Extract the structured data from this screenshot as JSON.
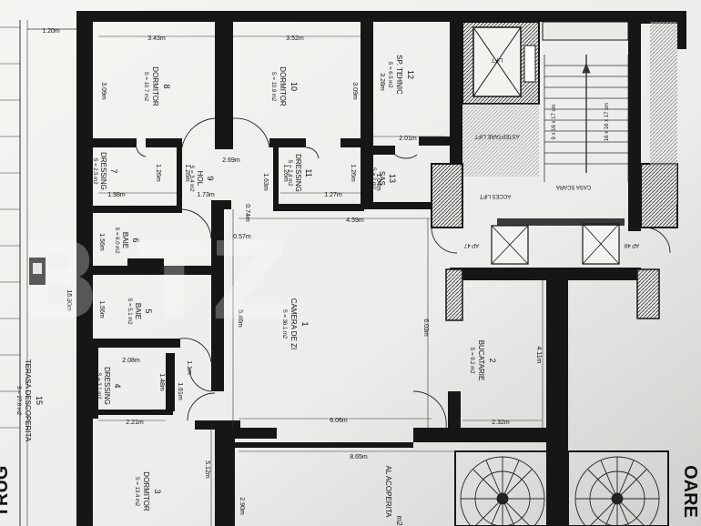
{
  "rooms": {
    "r1": {
      "num": "1",
      "name": "CAMERA DE ZI",
      "area": "S = 36.1 m2"
    },
    "r2": {
      "num": "2",
      "name": "BUCATARIE",
      "area": "S = 9.2 m2"
    },
    "r3": {
      "num": "3",
      "name": "DORMITOR",
      "area": "S = 13.4 m2"
    },
    "r4": {
      "num": "4",
      "name": "DRESSING",
      "area": "S = 3.1 m2"
    },
    "r5": {
      "num": "5",
      "name": "BAIE",
      "area": "S = 5.1 m2"
    },
    "r6": {
      "num": "6",
      "name": "BAIE",
      "area": "S = 6.0 m2"
    },
    "r7": {
      "num": "7",
      "name": "DRESSING",
      "area": "S = 2.5 m2"
    },
    "r8": {
      "num": "8",
      "name": "DORMITOR",
      "area": "S = 10.7 m2"
    },
    "r9": {
      "num": "9",
      "name": "HOL",
      "area": "S = 3.4 m2"
    },
    "r10": {
      "num": "10",
      "name": "DORMITOR",
      "area": "S = 10.9 m2"
    },
    "r11": {
      "num": "11",
      "name": "DRESSING",
      "area": "S = 2.4 m2"
    },
    "r12": {
      "num": "12",
      "name": "SP. TEHNIC",
      "area": "S = 6.5 m2"
    },
    "r13": {
      "num": "13",
      "name": "SAS",
      "area": "S = 2 m2"
    },
    "r15": {
      "num": "15",
      "name": "TERASA DESCOPERITA",
      "area": "S = 27.0 m2"
    }
  },
  "labels": {
    "acces_lift": "ACCES LIFT",
    "asteptare_lift": "ASTEPTARE LIFT",
    "casa_scara": "CASA SCARA",
    "ap47": "AP 47",
    "ap48": "AP 48",
    "lift": "LIFT",
    "terasa_acoperita": "AL ACOPERITA",
    "terasa_area": "m2",
    "right_edge": "OARE",
    "left_edge": "TRUG"
  },
  "dimensions": {
    "d1": "3.43m",
    "d2": "3.52m",
    "d3": "3.09m",
    "d4": "3.09m",
    "d5": "3.28m",
    "d6": "2.01m",
    "d7": "1.26m",
    "d8": "1.26m",
    "d9": "1.98m",
    "d10": "1.26m",
    "d11": "1.63m",
    "d12": "1.26m",
    "d13": "1.04m",
    "d14": "0.74m",
    "d15": "4.59m",
    "d16": "0.57m",
    "d17": "1.56m",
    "d18": "1.56m",
    "d19": "5.46m",
    "d20": "6.03m",
    "d21": "16.30m",
    "d22": "2.08m",
    "d23": "1.48m",
    "d24": "1.61m",
    "d25": "2.21m",
    "d26": "6.06m",
    "d27": "2.32m",
    "d28": "4.11m",
    "d29": "8.65m",
    "d30": "5.12m",
    "d31": "2.90m",
    "d32": "1.20m",
    "d33": "1.73m",
    "d34": "2.69m",
    "d35": "1.27m",
    "d36": "1.1m"
  },
  "stairs": {
    "s1": "9 x 16 x 17 cm",
    "s2": "16 x 16 x 17 cm"
  },
  "watermark": "B  TZ",
  "colors": {
    "paper": "#f1f1ee",
    "wall": "#161616",
    "hatch": "#555555",
    "shadow": "#bdbdb9"
  }
}
